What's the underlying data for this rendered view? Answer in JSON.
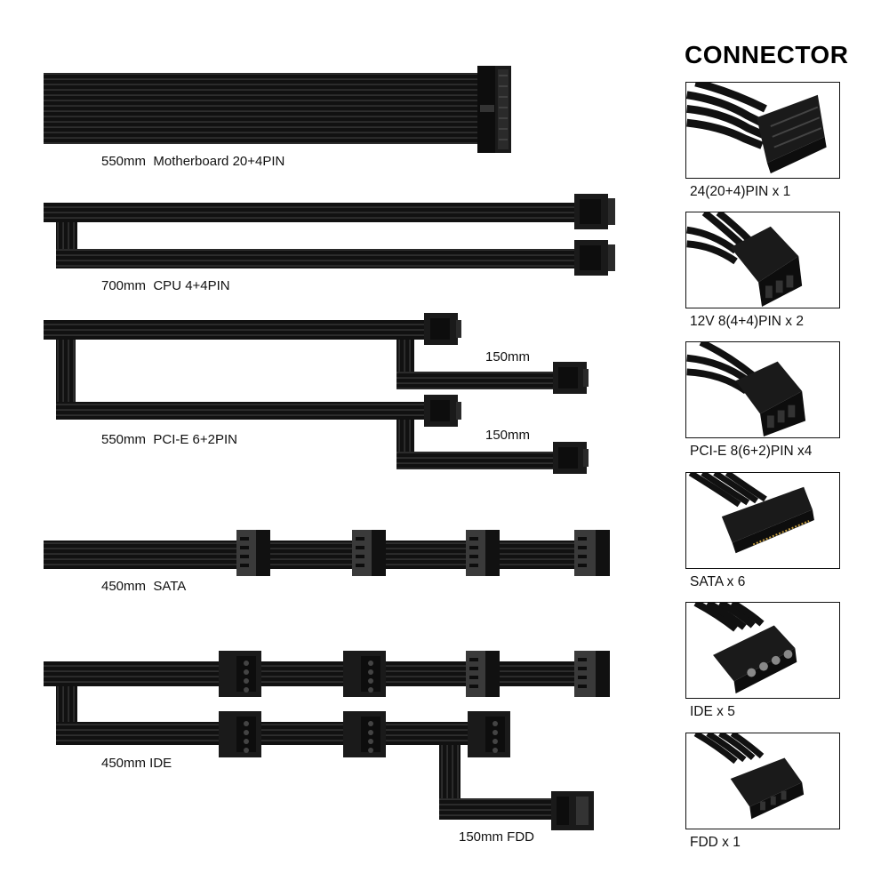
{
  "cables": [
    {
      "id": "motherboard",
      "label": "550mm  Motherboard 20+4PIN"
    },
    {
      "id": "cpu",
      "label": "700mm  CPU 4+4PIN"
    },
    {
      "id": "pcie",
      "label": "550mm  PCI-E 6+2PIN",
      "branch_labels": [
        "150mm",
        "150mm"
      ]
    },
    {
      "id": "sata",
      "label": "450mm  SATA"
    },
    {
      "id": "ide",
      "label": "450mm IDE",
      "branch_label": "150mm FDD"
    }
  ],
  "connector_panel": {
    "title": "CONNECTOR",
    "items": [
      {
        "icon": "atx-24pin-connector-icon",
        "caption": "24(20+4)PIN x 1"
      },
      {
        "icon": "eps-8pin-connector-icon",
        "caption": "12V 8(4+4)PIN x 2"
      },
      {
        "icon": "pcie-8pin-connector-icon",
        "caption": "PCI-E 8(6+2)PIN x4"
      },
      {
        "icon": "sata-connector-icon",
        "caption": "SATA x 6"
      },
      {
        "icon": "molex-ide-connector-icon",
        "caption": "IDE x 5"
      },
      {
        "icon": "fdd-connector-icon",
        "caption": "FDD x 1"
      }
    ]
  },
  "colors": {
    "cable": "#111111",
    "connector": "#1a1a1a",
    "highlight": "#3a3a3a",
    "background": "#ffffff"
  }
}
